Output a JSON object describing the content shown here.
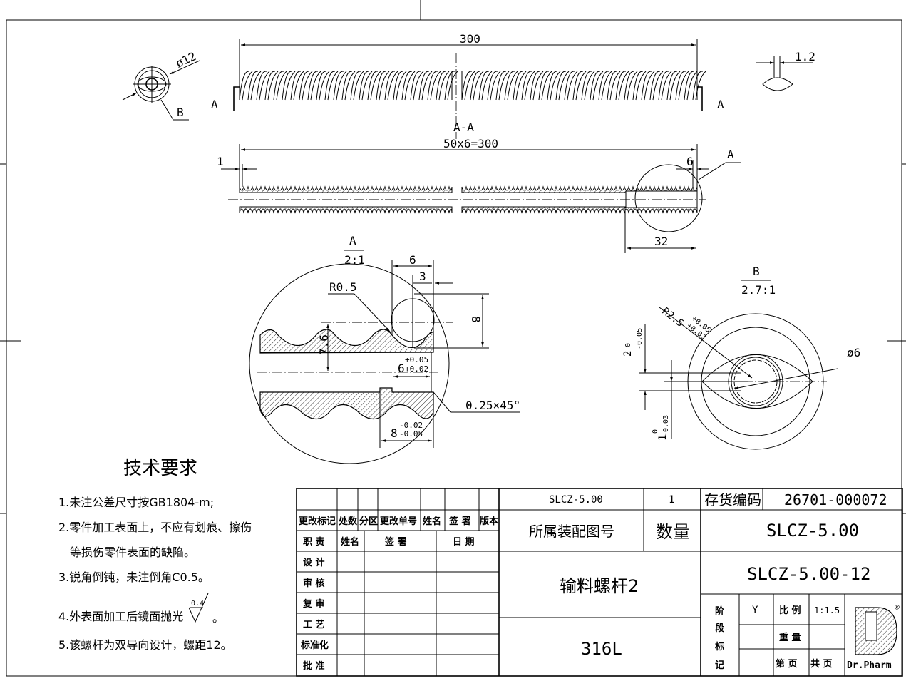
{
  "views": {
    "top": {
      "overall_length": "300",
      "section_left": "A",
      "section_right": "A"
    },
    "section": {
      "title": "A-A",
      "pitch_dim": "50x6=300",
      "left_dim": "1",
      "right_dim": "6",
      "detail_ref": "A",
      "bore_depth": "32"
    },
    "end_view": {
      "diameter": "ø12",
      "detail_ref": "B"
    },
    "lens_view": {
      "width": "1.2"
    },
    "detail_a": {
      "label": "A",
      "scale": "2:1",
      "dim_6": "6",
      "dim_3": "3",
      "radius": "R0.5",
      "dim_8": "8",
      "dim_7_6": "7.6",
      "bore": "6",
      "bore_upper": "+0.05",
      "bore_lower": "+0.02",
      "chamfer": "0.25×45°",
      "depth": "8",
      "depth_upper": "-0.02",
      "depth_lower": "-0.05"
    },
    "detail_b": {
      "label": "B",
      "scale": "2.7:1",
      "radius": "R2.5",
      "radius_upper": "+0.05",
      "radius_lower": "+0.02",
      "dia": "ø6",
      "dim2": "2",
      "dim2_upper": "0",
      "dim2_lower": "-0.05",
      "dim1": "1",
      "dim1_upper": "0",
      "dim1_lower": "-0.03"
    }
  },
  "tech_req": {
    "title": "技术要求",
    "items": [
      "1.未注公差尺寸按GB1804-m;",
      "2.零件加工表面上，不应有划痕、擦伤",
      "等损伤零件表面的缺陷。",
      "3.锐角倒钝，未注倒角C0.5。",
      "4.外表面加工后镜面抛光",
      "5.该螺杆为双导向设计，螺距12。"
    ],
    "roughness": "0.4",
    "item4_end": "。"
  },
  "title_block": {
    "headers": [
      "更改标记",
      "处数",
      "分区",
      "更改单号",
      "姓名",
      "签 署",
      "版本"
    ],
    "role_headers": [
      "职 责",
      "姓名",
      "签 署",
      "日 期"
    ],
    "roles": [
      "设 计",
      "审 核",
      "复 审",
      "工 艺",
      "标准化",
      "批 准"
    ],
    "assembly_no": "SLCZ-5.00",
    "quantity": "1",
    "assembly_label": "所属装配图号",
    "quantity_label": "数量",
    "inventory_label": "存货编码",
    "inventory_code": "26701-000072",
    "product_code": "SLCZ-5.00",
    "part_name": "输料螺杆2",
    "drawing_no": "SLCZ-5.00-12",
    "material": "316L",
    "stage_label": [
      "阶",
      "段",
      "标",
      "记"
    ],
    "stage": "Y",
    "scale_label": "比 例",
    "scale": "1:1.5",
    "weight_label": "重 量",
    "page_label": "第  页",
    "total_label": "共  页",
    "logo_text": "Dr.Pharm",
    "registered": "®"
  }
}
